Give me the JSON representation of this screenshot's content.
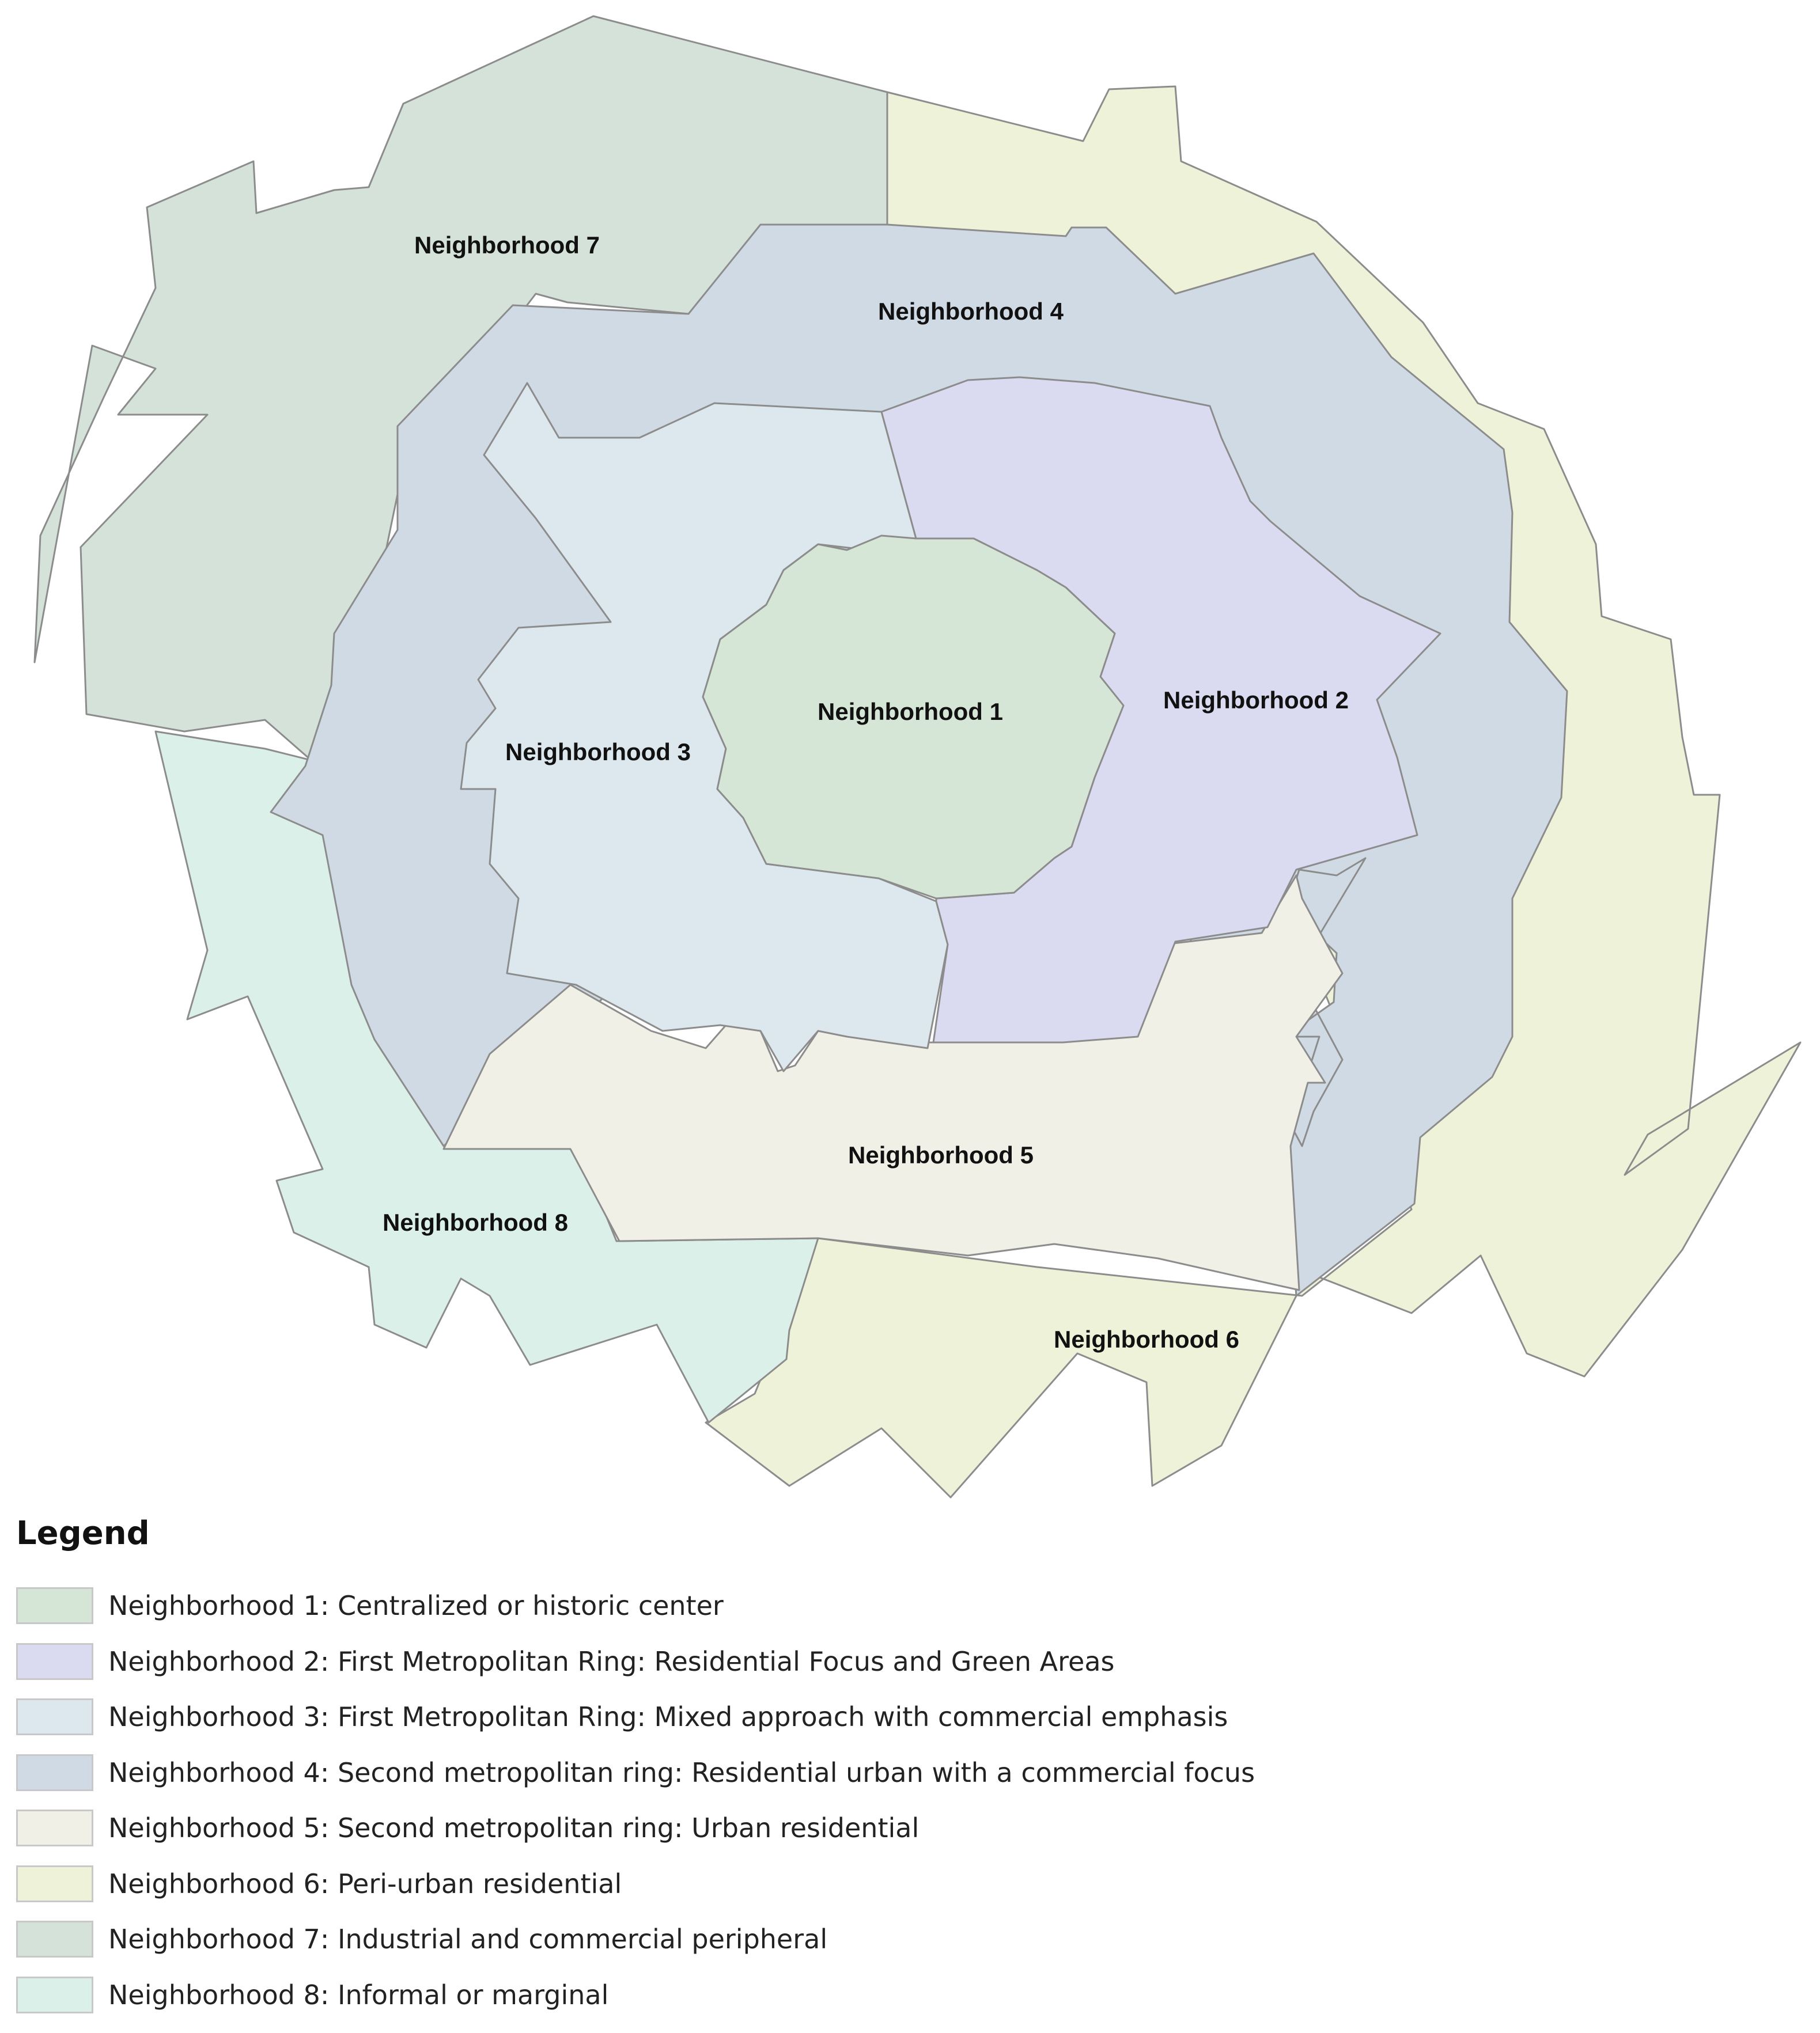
{
  "map": {
    "regions": [
      {
        "id": 7,
        "label": "Neighborhood 7",
        "color": "#d4e2da"
      },
      {
        "id": 6,
        "label": "Neighborhood 6",
        "color": "#eef2d8"
      },
      {
        "id": 8,
        "label": "Neighborhood 8",
        "color": "#dcf0ea"
      },
      {
        "id": 4,
        "label": "Neighborhood 4",
        "color": "#d0dae4"
      },
      {
        "id": 5,
        "label": "Neighborhood 5",
        "color": "#f0f0e6"
      },
      {
        "id": 3,
        "label": "Neighborhood 3",
        "color": "#dde8ee"
      },
      {
        "id": 2,
        "label": "Neighborhood 2",
        "color": "#dadaf0"
      },
      {
        "id": 1,
        "label": "Neighborhood 1",
        "color": "#d6e6d6"
      }
    ]
  },
  "legend": {
    "title": "Legend",
    "items": [
      {
        "label": "Neighborhood 1: Centralized or historic center",
        "color": "#d6e6d6"
      },
      {
        "label": "Neighborhood 2: First Metropolitan Ring: Residential Focus and Green Areas",
        "color": "#dadaf0"
      },
      {
        "label": "Neighborhood 3: First Metropolitan Ring: Mixed approach with commercial emphasis",
        "color": "#dde8ee"
      },
      {
        "label": "Neighborhood 4: Second metropolitan ring: Residential urban with a commercial focus",
        "color": "#d0dae4"
      },
      {
        "label": "Neighborhood 5: Second metropolitan ring: Urban residential",
        "color": "#f0f0e6"
      },
      {
        "label": "Neighborhood 6: Peri-urban residential",
        "color": "#eef2d8"
      },
      {
        "label": "Neighborhood 7: Industrial and commercial peripheral",
        "color": "#d4e2da"
      },
      {
        "label": "Neighborhood 8: Informal or marginal",
        "color": "#dcf0ea"
      }
    ]
  }
}
